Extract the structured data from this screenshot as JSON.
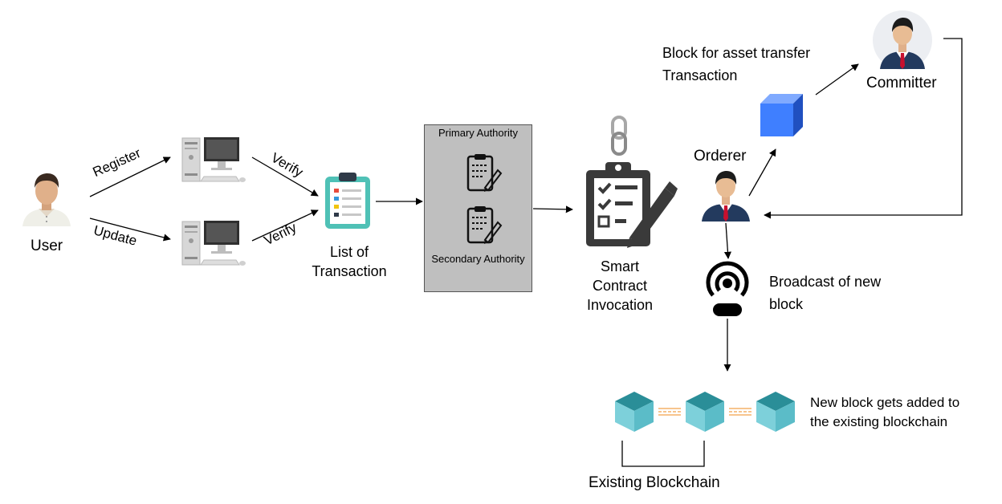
{
  "nodes": {
    "user": "User",
    "list_of_transaction": [
      "List of",
      "Transaction"
    ],
    "primary_authority": "Primary Authority",
    "secondary_authority": "Secondary Authority",
    "smart_contract": [
      "Smart",
      "Contract",
      "Invocation"
    ],
    "orderer": "Orderer",
    "committer": "Committer",
    "block_for_asset": [
      "Block for asset transfer",
      "Transaction"
    ],
    "broadcast": [
      "Broadcast of new",
      "block"
    ],
    "new_block_added": [
      "New block gets added to",
      "the existing blockchain"
    ],
    "existing_blockchain": "Existing Blockchain"
  },
  "edges": {
    "register": "Register",
    "update": "Update",
    "verify_top": "Verify",
    "verify_bottom": "Verify"
  },
  "colors": {
    "authority_box": "#bfbfbf",
    "asset_block": "#3f7fff",
    "chain_block_top": "#2a8e98",
    "chain_block_left": "#7dd0da",
    "chain_block_right": "#5bbcc8",
    "clipboard_teal": "#4fc1b6",
    "tie_red": "#c8102e",
    "chain_link": "#f2a24a"
  },
  "icons": [
    "user-avatar-icon",
    "computer-icon",
    "clipboard-list-icon",
    "document-sign-icon",
    "contract-pencil-icon",
    "chain-link-icon",
    "person-suit-icon",
    "cube-icon",
    "broadcast-icon",
    "blockchain-block-icon"
  ]
}
